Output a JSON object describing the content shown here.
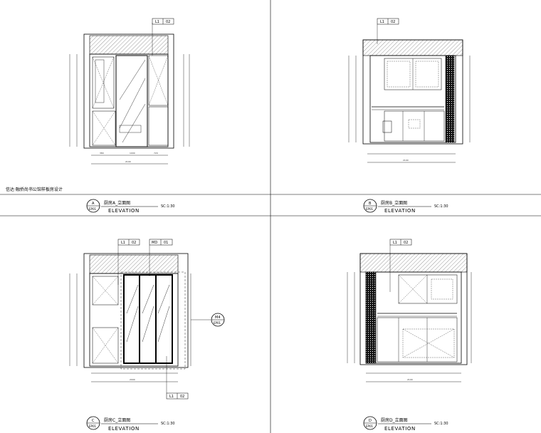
{
  "project_note": "信达·融侨尚书公馆样板房设计",
  "panels": [
    {
      "letter": "A",
      "sheet": "EP01",
      "title_cn": "厨房A_立面图",
      "subtitle": "ELEVATION",
      "scale": "SC:1:30",
      "tags": [
        {
          "top": "L1",
          "right": "02"
        }
      ]
    },
    {
      "letter": "B",
      "sheet": "EP01",
      "title_cn": "厨房B_立面图",
      "subtitle": "ELEVATION",
      "scale": "SC:1:30",
      "tags": [
        {
          "top": "L1",
          "right": "02"
        }
      ]
    },
    {
      "letter": "C",
      "sheet": "EP01",
      "title_cn": "厨房C_立面图",
      "subtitle": "ELEVATION",
      "scale": "SC:1:30",
      "tags": [
        {
          "top": "L1",
          "right": "02"
        },
        {
          "top": "MD",
          "right": "01"
        },
        {
          "top": "L1",
          "right": "02"
        }
      ],
      "side_callout": {
        "top": "M4",
        "bottom": "EP01"
      }
    },
    {
      "letter": "D",
      "sheet": "EP01",
      "title_cn": "厨房D_立面图",
      "subtitle": "ELEVATION",
      "scale": "SC:1:30",
      "tags": [
        {
          "top": "L1",
          "right": "02"
        }
      ]
    }
  ]
}
